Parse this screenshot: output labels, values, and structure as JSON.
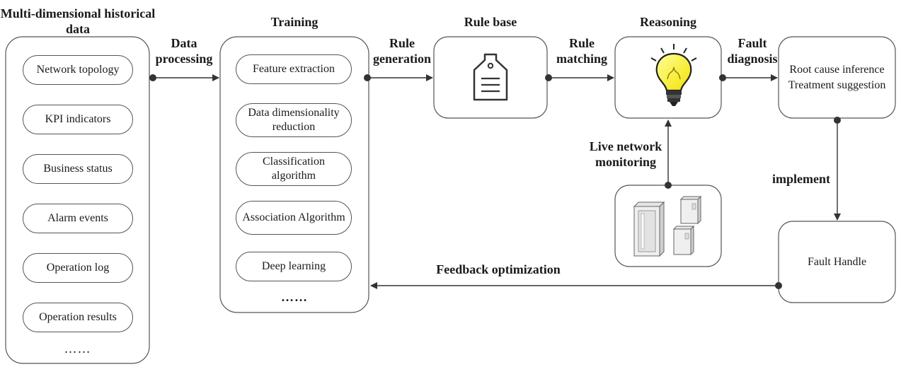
{
  "historical": {
    "title": "Multi-dimensional historical data",
    "items": [
      "Network topology",
      "KPI indicators",
      "Business status",
      "Alarm events",
      "Operation log",
      "Operation results"
    ],
    "more": "……"
  },
  "training": {
    "title": "Training",
    "items": [
      "Feature extraction",
      "Data dimensionality reduction",
      "Classification algorithm",
      "Association Algorithm",
      "Deep learning"
    ],
    "more": "……"
  },
  "rule_base": {
    "title": "Rule base"
  },
  "reasoning": {
    "title": "Reasoning"
  },
  "root_cause": {
    "text": "Root cause inference Treatment suggestion"
  },
  "fault_handle": {
    "text": "Fault Handle"
  },
  "edges": {
    "data_processing": "Data processing",
    "rule_generation": "Rule generation",
    "rule_matching": "Rule matching",
    "fault_diagnosis": "Fault diagnosis",
    "live_monitoring": "Live network monitoring",
    "implement": "implement",
    "feedback": "Feedback optimization"
  },
  "icons": {
    "rule_base": "document-tag-icon",
    "reasoning": "lightbulb-icon",
    "monitoring": "server-cabinets-icon"
  }
}
